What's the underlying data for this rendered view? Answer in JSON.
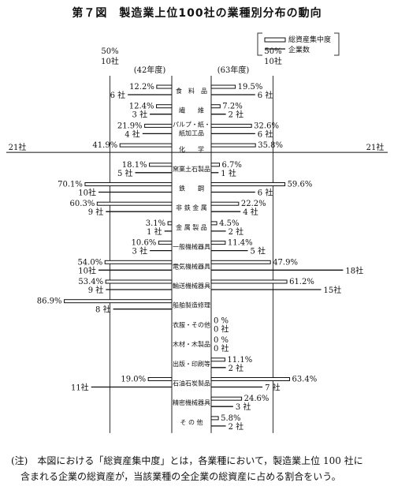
{
  "title": "第７図　製造業上位100社の業種別分布の動向",
  "note_line1": "(注)　本図における「総資産集中度」とは，各業種において，製造業上位 100 社に",
  "note_line2": "含まれる企業の総資産が，当該業種の全企業の総資産に占める割合をいう。",
  "chart_data": {
    "type": "bar",
    "layout": "butterfly",
    "left_period": "(42年度)",
    "right_period": "(63年度)",
    "legend": [
      "総資産集中度",
      "企業数"
    ],
    "ref_pct_label": "50%",
    "ref_cnt_label": "10社",
    "ref21_label": "21社",
    "pct_max": 100,
    "cnt_max": 25,
    "categories": [
      {
        "name": "食　料　品",
        "left_pct": 12.2,
        "left_pct_label": "12.2%",
        "left_cnt": 6,
        "left_cnt_label": "6 社",
        "right_pct": 19.5,
        "right_pct_label": "19.5%",
        "right_cnt": 6,
        "right_cnt_label": "6 社"
      },
      {
        "name": "繊　　維",
        "left_pct": 12.4,
        "left_pct_label": "12.4%",
        "left_cnt": 3,
        "left_cnt_label": "3 社",
        "right_pct": 7.2,
        "right_pct_label": "7.2%",
        "right_cnt": 2,
        "right_cnt_label": "2 社"
      },
      {
        "name": "パルプ・紙・",
        "name2": "紙加工品",
        "left_pct": 21.9,
        "left_pct_label": "21.9%",
        "left_cnt": 4,
        "left_cnt_label": "4 社",
        "right_pct": 32.6,
        "right_pct_label": "32.6%",
        "right_cnt": 6,
        "right_cnt_label": "6 社"
      },
      {
        "name": "化　　学",
        "left_pct": 41.9,
        "left_pct_label": "41.9%",
        "left_cnt": 21,
        "left_cnt_label": "21社",
        "right_pct": 35.8,
        "right_pct_label": "35.8%",
        "right_cnt": 21,
        "right_cnt_label": "21社",
        "count_is_ref": true
      },
      {
        "name": "窯業土石製品",
        "left_pct": 18.1,
        "left_pct_label": "18.1%",
        "left_cnt": 5,
        "left_cnt_label": "5 社",
        "right_pct": 6.7,
        "right_pct_label": "6.7%",
        "right_cnt": 1,
        "right_cnt_label": "1 社"
      },
      {
        "name": "鉄　　鋼",
        "left_pct": 70.1,
        "left_pct_label": "70.1%",
        "left_cnt": 10,
        "left_cnt_label": "10社",
        "right_pct": 59.6,
        "right_pct_label": "59.6%",
        "right_cnt": 6,
        "right_cnt_label": "6 社"
      },
      {
        "name": "非 鉄 金 属",
        "left_pct": 60.3,
        "left_pct_label": "60.3%",
        "left_cnt": 9,
        "left_cnt_label": "9 社",
        "right_pct": 22.2,
        "right_pct_label": "22.2%",
        "right_cnt": 4,
        "right_cnt_label": "4 社"
      },
      {
        "name": "金 属 製 品",
        "left_pct": 3.1,
        "left_pct_label": "3.1%",
        "left_cnt": 1,
        "left_cnt_label": "1 社",
        "right_pct": 4.5,
        "right_pct_label": "4.5%",
        "right_cnt": 2,
        "right_cnt_label": "2 社"
      },
      {
        "name": "一般機械器具",
        "left_pct": 10.6,
        "left_pct_label": "10.6%",
        "left_cnt": 3,
        "left_cnt_label": "3 社",
        "right_pct": 11.4,
        "right_pct_label": "11.4%",
        "right_cnt": 5,
        "right_cnt_label": "5 社"
      },
      {
        "name": "電気機械器具",
        "left_pct": 54.0,
        "left_pct_label": "54.0%",
        "left_cnt": 10,
        "left_cnt_label": "10社",
        "right_pct": 47.9,
        "right_pct_label": "47.9%",
        "right_cnt": 18,
        "right_cnt_label": "18社"
      },
      {
        "name": "輸送機械器具",
        "left_pct": 53.4,
        "left_pct_label": "53.4%",
        "left_cnt": 9,
        "left_cnt_label": "9 社",
        "right_pct": 61.2,
        "right_pct_label": "61.2%",
        "right_cnt": 15,
        "right_cnt_label": "15社"
      },
      {
        "name": "船舶製造修理",
        "left_pct": 86.9,
        "left_pct_label": "86.9%",
        "left_cnt": 8,
        "left_cnt_label": "8 社",
        "right_pct": null,
        "right_pct_label": "",
        "right_cnt": null,
        "right_cnt_label": ""
      },
      {
        "name": "衣服・その他",
        "left_pct": null,
        "left_pct_label": "",
        "left_cnt": null,
        "left_cnt_label": "",
        "right_pct": 0,
        "right_pct_label": "0 %",
        "right_cnt": 0,
        "right_cnt_label": "0 社"
      },
      {
        "name": "木材・木製品",
        "left_pct": null,
        "left_pct_label": "",
        "left_cnt": null,
        "left_cnt_label": "",
        "right_pct": 0,
        "right_pct_label": "0 %",
        "right_cnt": 0,
        "right_cnt_label": "0 社"
      },
      {
        "name": "出版・印刷等",
        "left_pct": null,
        "left_pct_label": "",
        "left_cnt": null,
        "left_cnt_label": "",
        "right_pct": 11.1,
        "right_pct_label": "11.1%",
        "right_cnt": 2,
        "right_cnt_label": "2 社"
      },
      {
        "name": "石油石炭製品",
        "left_pct": 19.0,
        "left_pct_label": "19.0%",
        "left_cnt": 11,
        "left_cnt_label": "11社",
        "right_pct": 63.4,
        "right_pct_label": "63.4%",
        "right_cnt": 7,
        "right_cnt_label": "7 社"
      },
      {
        "name": "精密機械器具",
        "left_pct": null,
        "left_pct_label": "",
        "left_cnt": null,
        "left_cnt_label": "",
        "right_pct": 24.6,
        "right_pct_label": "24.6%",
        "right_cnt": 3,
        "right_cnt_label": "3 社"
      },
      {
        "name": "そ の 他",
        "left_pct": null,
        "left_pct_label": "",
        "left_cnt": null,
        "left_cnt_label": "",
        "right_pct": 5.8,
        "right_pct_label": "5.8%",
        "right_cnt": 2,
        "right_cnt_label": "2 社"
      }
    ]
  }
}
